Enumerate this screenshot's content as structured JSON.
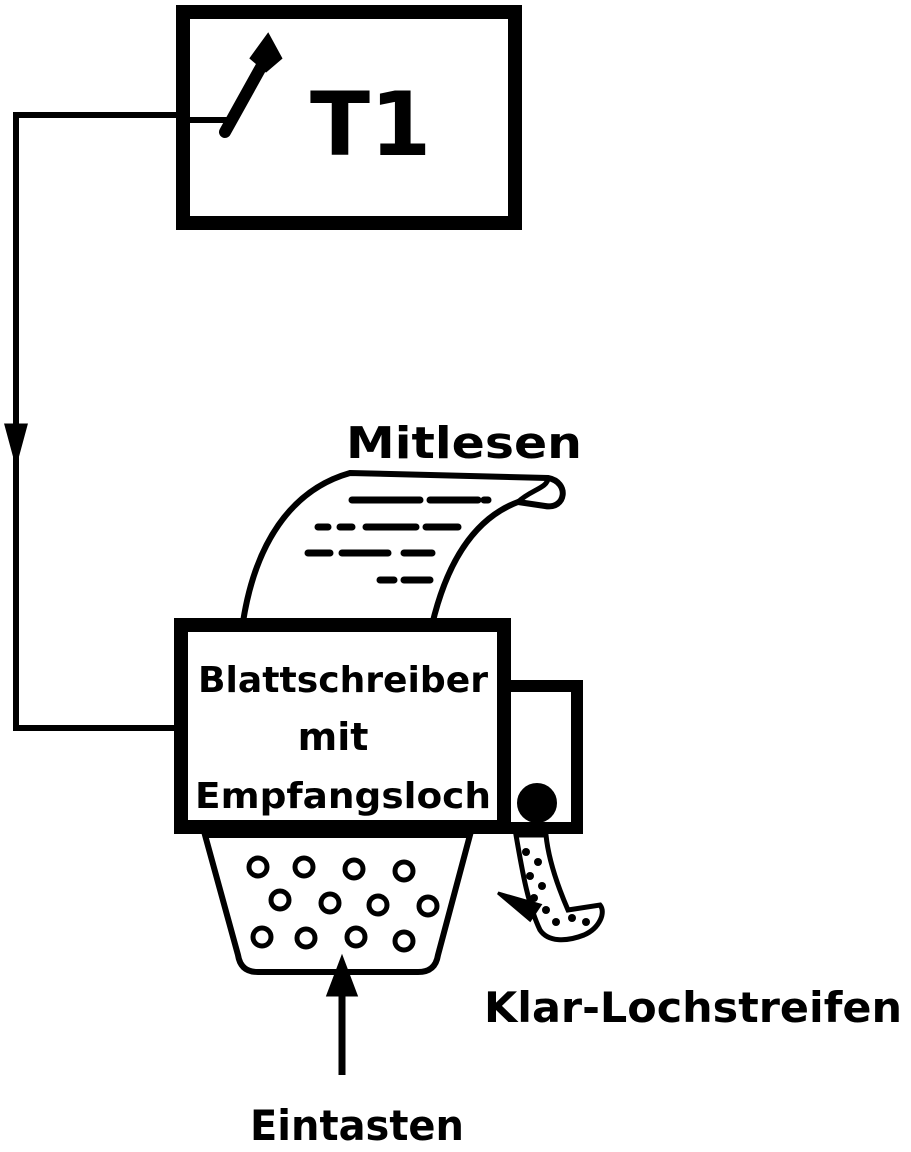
{
  "terminal": {
    "label": "T1"
  },
  "printer": {
    "line1": "Blattschreiber",
    "line2": "mit",
    "line3": "Empfangsloch"
  },
  "labels": {
    "paper_out": "Mitlesen",
    "tape_out": "Klar-Lochstreifen",
    "keyboard_in": "Eintasten"
  },
  "colors": {
    "ink": "#000000",
    "paper": "#ffffff"
  }
}
